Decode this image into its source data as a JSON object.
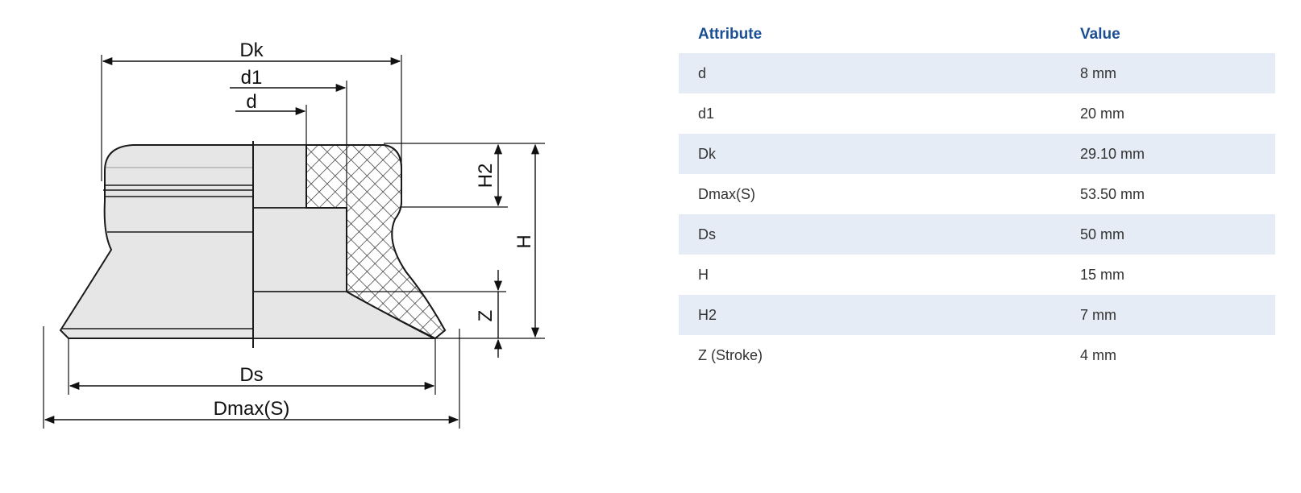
{
  "drawing": {
    "labels": {
      "dk": "Dk",
      "d1": "d1",
      "d": "d",
      "h2": "H2",
      "h": "H",
      "z": "Z",
      "ds": "Ds",
      "dmax": "Dmax(S)"
    }
  },
  "table": {
    "headers": {
      "attribute": "Attribute",
      "value": "Value"
    },
    "rows": [
      {
        "attribute": "d",
        "value": "8 mm"
      },
      {
        "attribute": "d1",
        "value": "20 mm"
      },
      {
        "attribute": "Dk",
        "value": "29.10 mm"
      },
      {
        "attribute": "Dmax(S)",
        "value": "53.50 mm"
      },
      {
        "attribute": "Ds",
        "value": "50 mm"
      },
      {
        "attribute": "H",
        "value": "15 mm"
      },
      {
        "attribute": "H2",
        "value": "7 mm"
      },
      {
        "attribute": "Z (Stroke)",
        "value": "4 mm"
      }
    ]
  },
  "colors": {
    "header_text": "#1b4f93",
    "row_shade": "#e5ecf6",
    "body_text": "#333333",
    "part_fill": "#e6e6e6",
    "line": "#1a1a1a"
  }
}
